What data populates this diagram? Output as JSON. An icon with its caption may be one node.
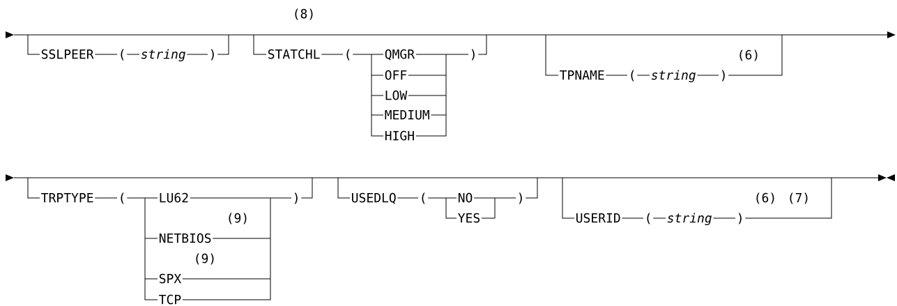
{
  "diagram": {
    "labels": [
      "(8)",
      "SSLPEER",
      "(",
      "string",
      ")",
      "STATCHL",
      "(",
      "QMGR",
      ")",
      "OFF",
      "LOW",
      "MEDIUM",
      "HIGH",
      "TPNAME",
      "(6)",
      "(",
      "string",
      ")",
      "TRPTYPE",
      "(",
      "LU62",
      ")",
      "(9)",
      "NETBIOS",
      "(9)",
      "SPX",
      "TCP",
      "USEDLQ",
      "(",
      "NO",
      ")",
      "YES",
      "USERID",
      "(6)",
      "(7)",
      "(",
      "string",
      ")"
    ]
  }
}
